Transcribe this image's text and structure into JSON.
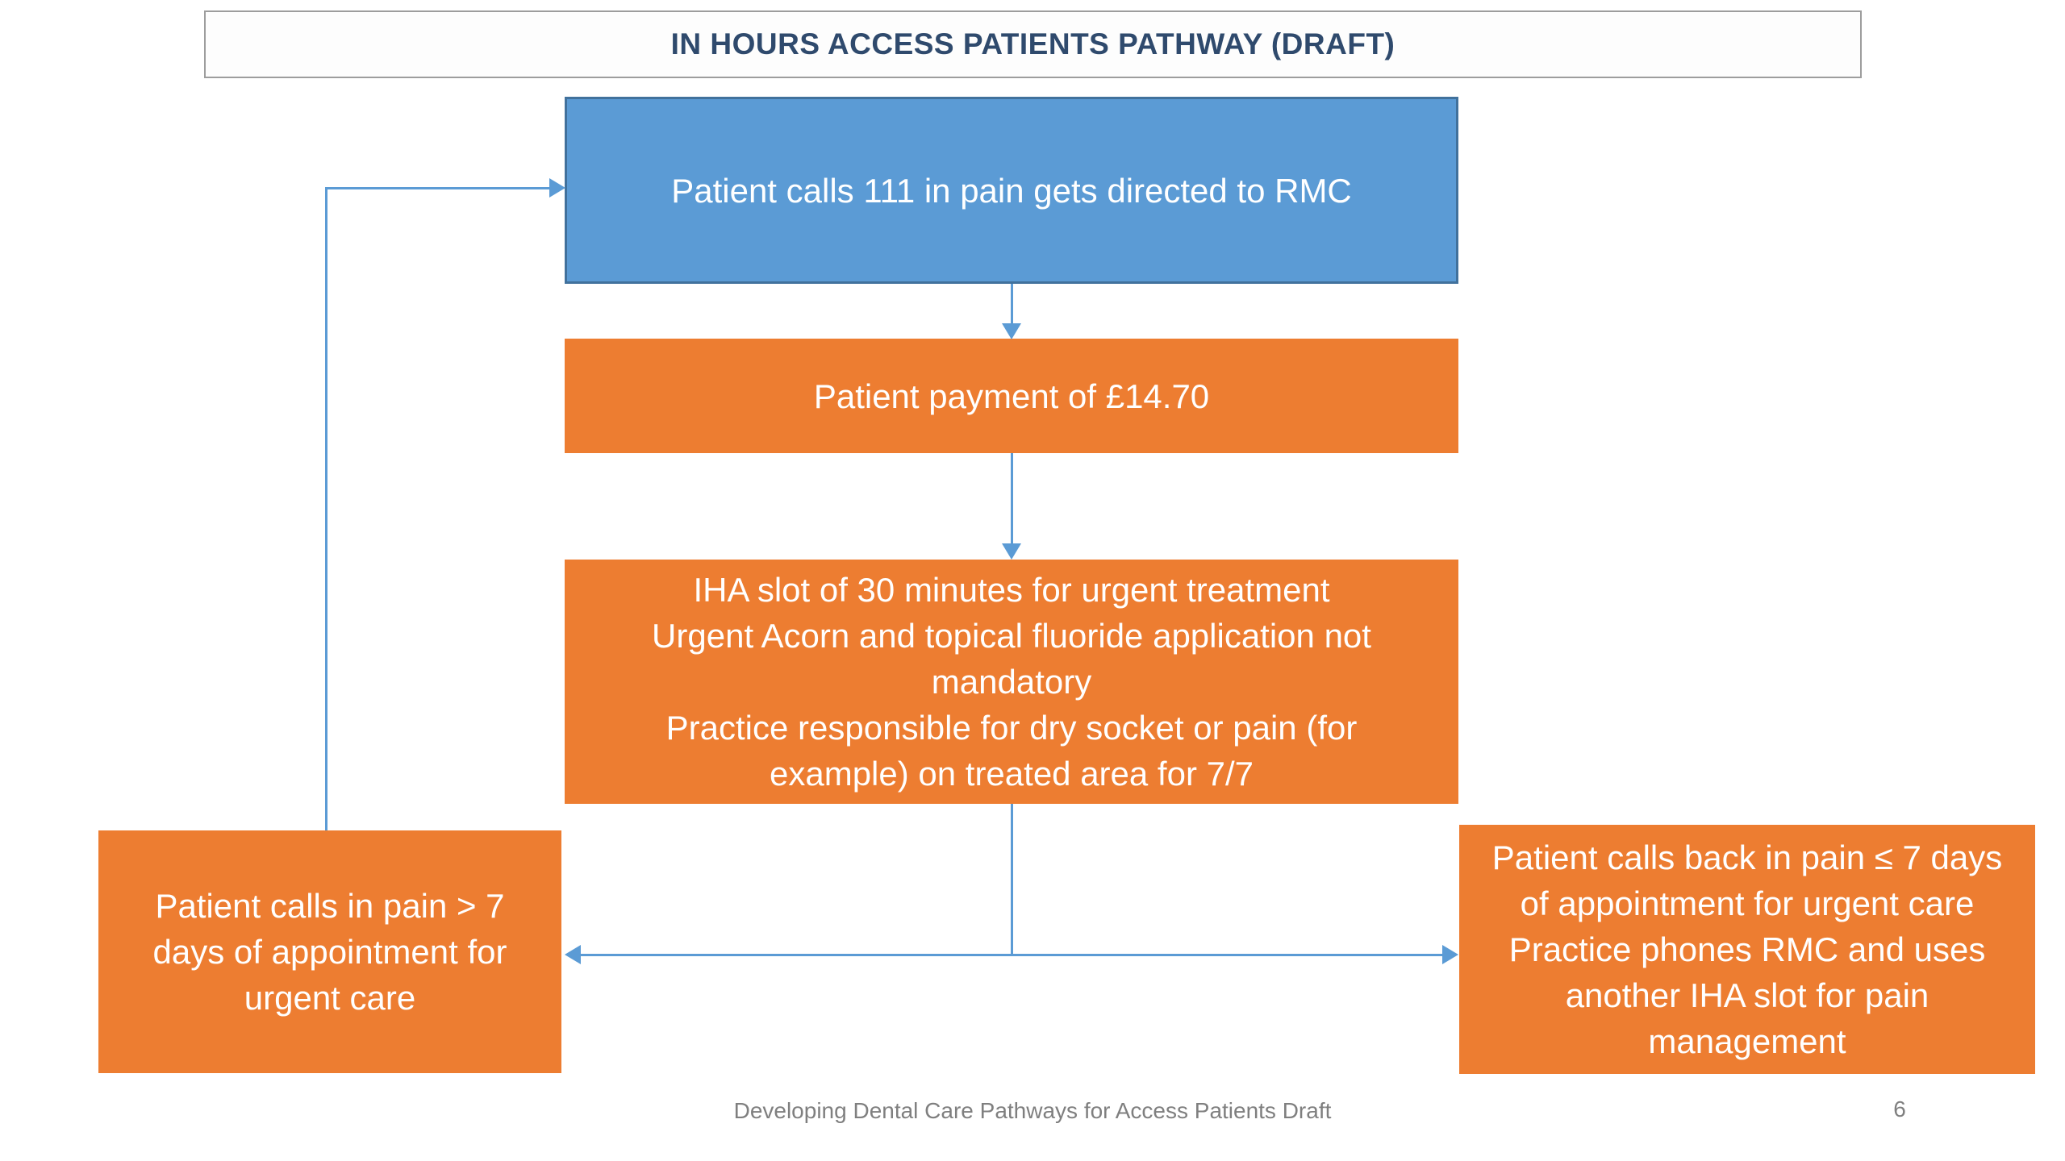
{
  "slide": {
    "title": "IN HOURS ACCESS PATIENTS PATHWAY (DRAFT)",
    "footer_text": "Developing Dental Care Pathways for Access Patients Draft",
    "page_number": "6"
  },
  "nodes": {
    "call111": {
      "text": "Patient calls 111 in pain gets directed to RMC",
      "fill": "#5B9BD5",
      "border": "#41719C"
    },
    "payment": {
      "text": "Patient payment of £14.70",
      "fill": "#ED7D31"
    },
    "iha": {
      "lines": [
        "IHA slot of 30 minutes for urgent treatment",
        "Urgent Acorn and topical fluoride application not mandatory",
        "Practice responsible for dry socket or pain (for example) on treated area for 7/7"
      ],
      "fill": "#ED7D31"
    },
    "late_caller": {
      "text": "Patient calls in pain > 7 days of appointment for urgent care",
      "fill": "#ED7D31"
    },
    "early_caller": {
      "lines": [
        "Patient calls back in pain ≤ 7 days of appointment for urgent care",
        "Practice phones RMC and uses another IHA slot for pain management"
      ],
      "fill": "#ED7D31"
    }
  },
  "edges": [
    {
      "from": "patient-calls-111",
      "to": "patient-payment",
      "style": "straight-arrow-down"
    },
    {
      "from": "patient-payment",
      "to": "iha-slot",
      "style": "straight-arrow-down"
    },
    {
      "from": "iha-slot",
      "to": "late-caller",
      "style": "elbow-arrow-left"
    },
    {
      "from": "iha-slot",
      "to": "early-caller",
      "style": "elbow-arrow-right"
    },
    {
      "from": "late-caller",
      "to": "patient-calls-111",
      "style": "elbow-arrow-up-right"
    }
  ],
  "colors": {
    "node_blue": "#5B9BD5",
    "node_blue_border": "#41719C",
    "node_orange": "#ED7D31",
    "connector": "#5B9BD5",
    "title_text": "#2F4A6D",
    "title_border": "#9D9D9D",
    "footer_text": "#7F7F7F",
    "background": "#FFFFFF"
  }
}
